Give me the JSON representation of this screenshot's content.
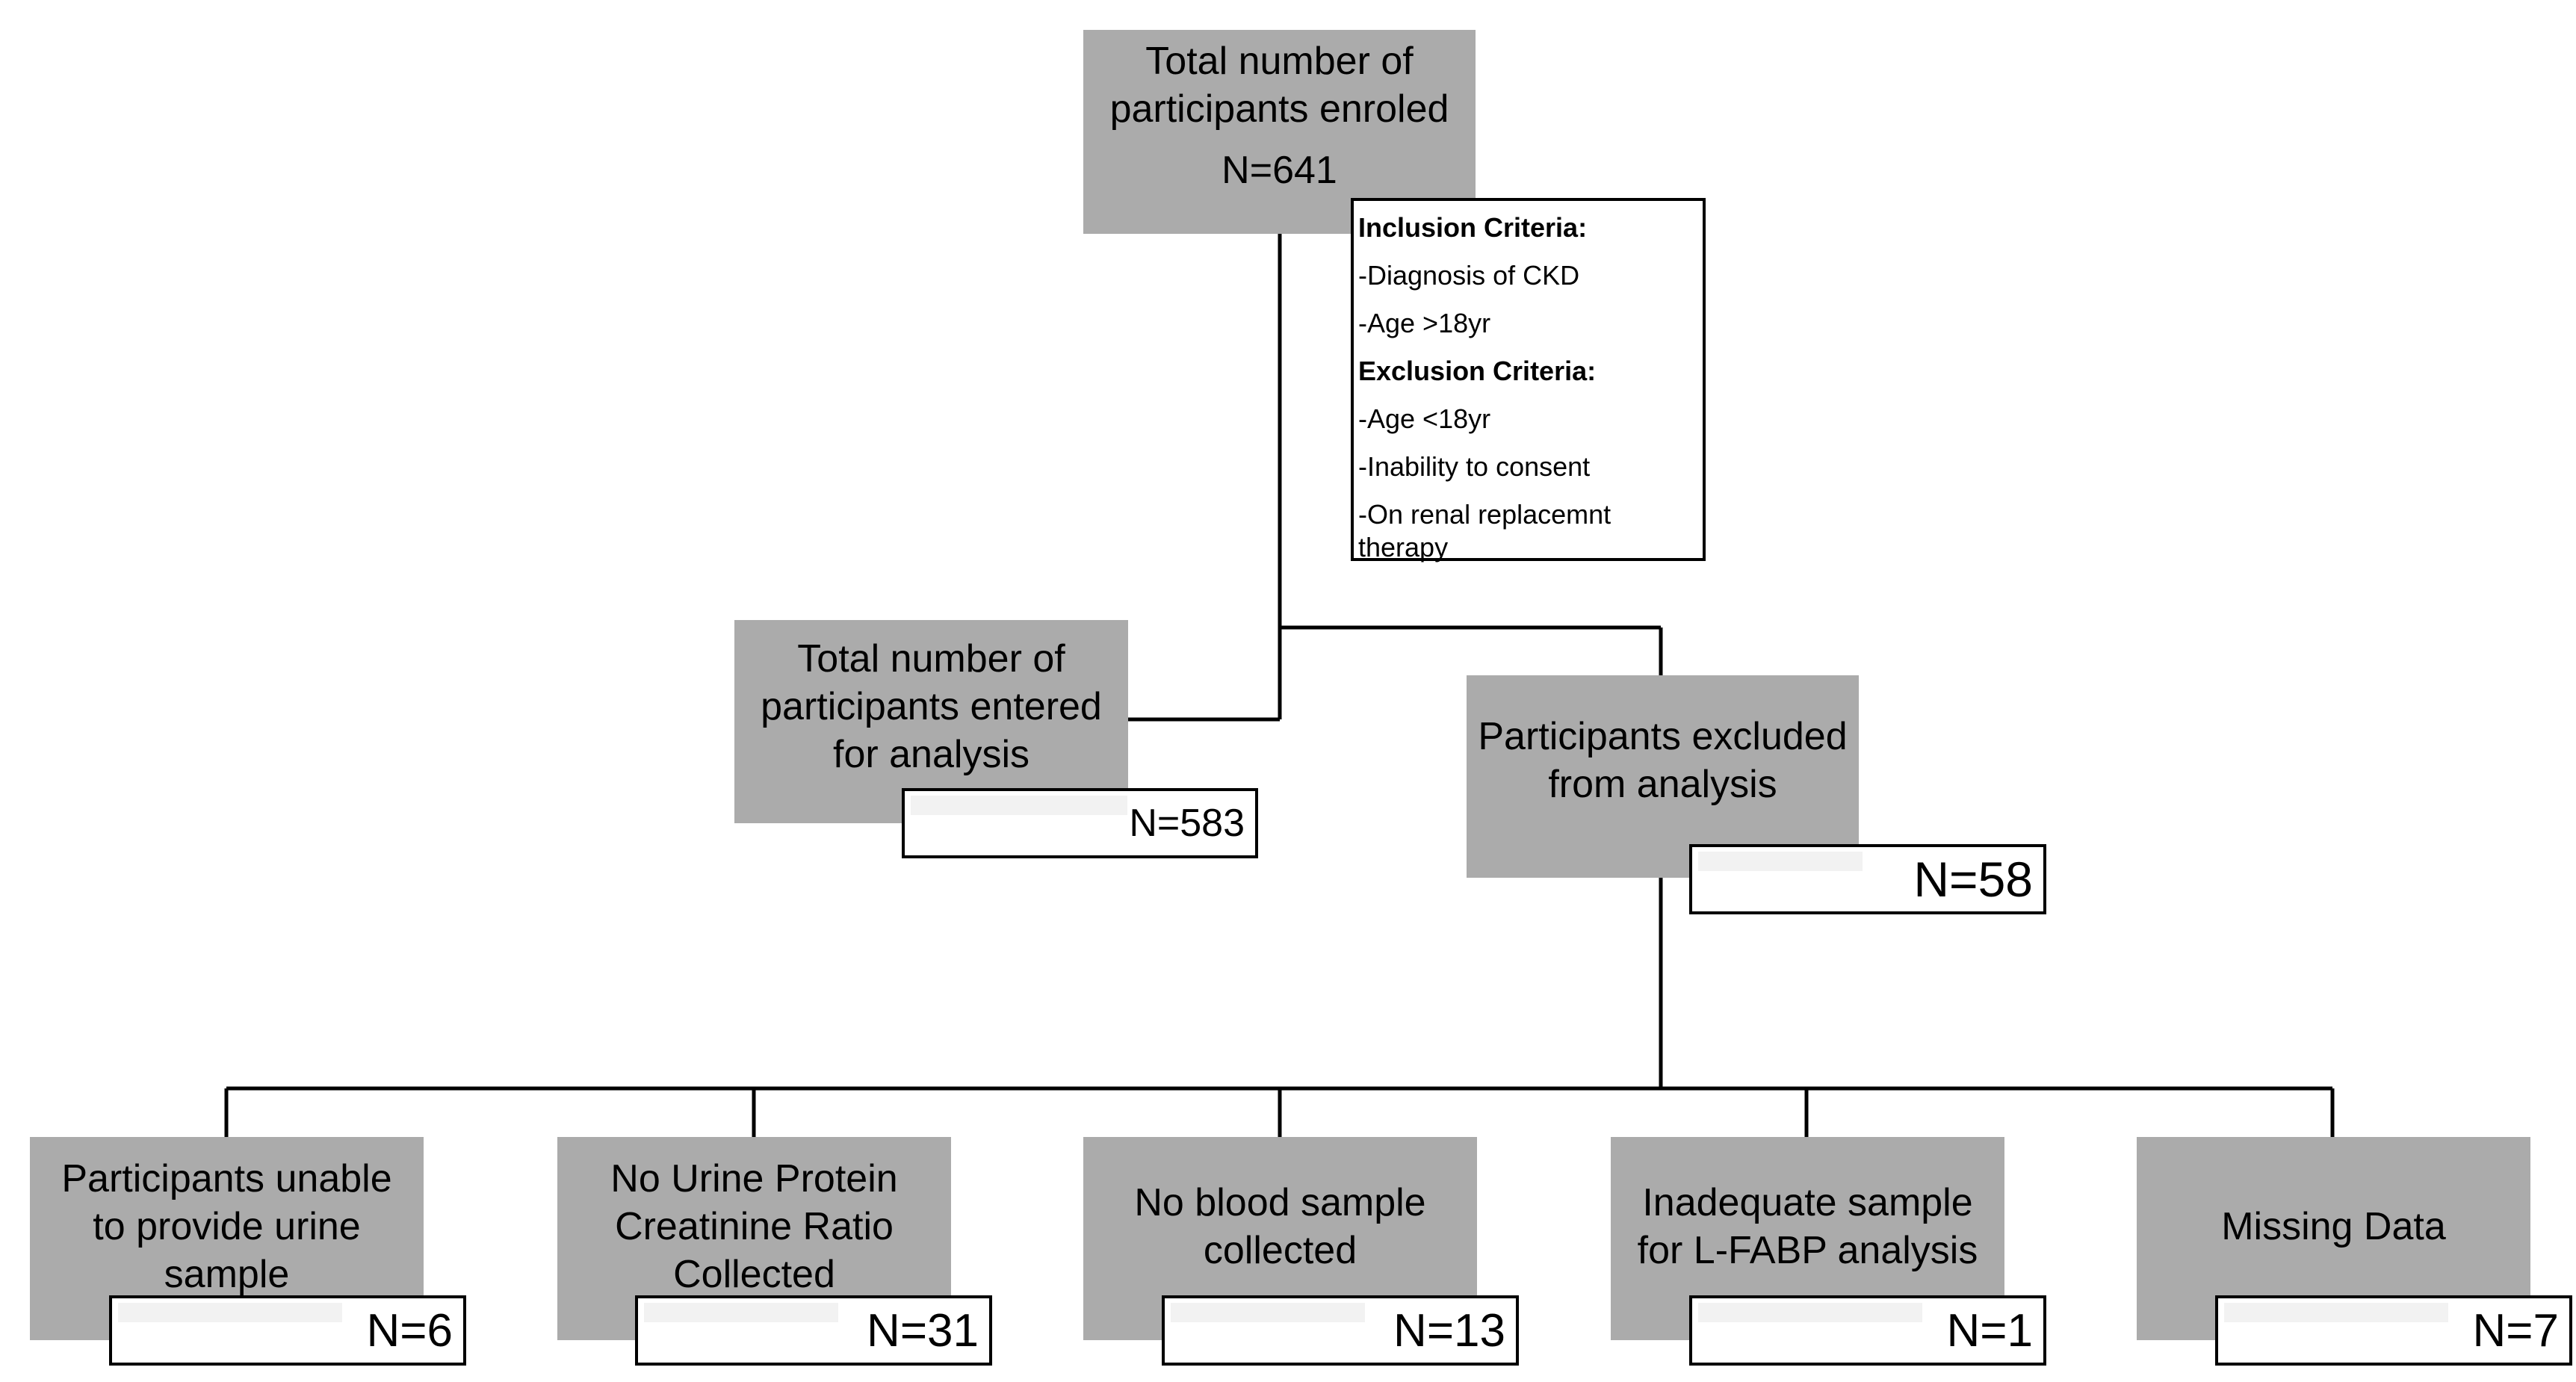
{
  "enrolled": {
    "title": "Total number of participants enroled",
    "count": "N=641"
  },
  "criteria": {
    "inclusion_heading": "Inclusion Criteria:",
    "inclusion_items": [
      "-Diagnosis of CKD",
      "-Age >18yr"
    ],
    "exclusion_heading": "Exclusion Criteria:",
    "exclusion_items": [
      "-Age <18yr",
      "-Inability to consent",
      "-On renal replacemnt therapy"
    ]
  },
  "analysed": {
    "title": "Total number of participants entered for analysis",
    "count": "N=583"
  },
  "excluded": {
    "title": "Participants excluded from analysis",
    "count": "N=58"
  },
  "reasons": [
    {
      "title": "Participants unable to provide urine sample",
      "count": "N=6"
    },
    {
      "title": "No Urine Protein Creatinine Ratio Collected",
      "count": "N=31"
    },
    {
      "title": "No blood  sample collected",
      "count": "N=13"
    },
    {
      "title": "Inadequate sample for L-FABP analysis",
      "count": "N=1"
    },
    {
      "title": "Missing Data",
      "count": "N=7"
    }
  ],
  "colors": {
    "box_fill": "#ababab",
    "line": "#000000",
    "count_box_fill": "#ffffff"
  }
}
